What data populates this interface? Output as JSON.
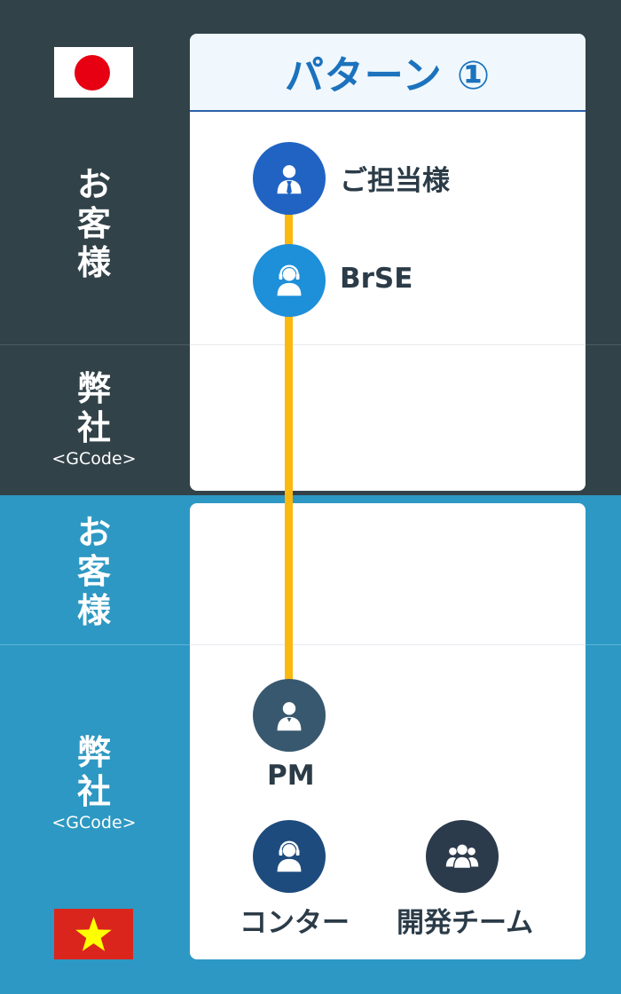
{
  "header": {
    "title": "パターン ①"
  },
  "rows": [
    {
      "lines": [
        "お",
        "客",
        "様"
      ],
      "sub": ""
    },
    {
      "lines": [
        "弊",
        "社"
      ],
      "sub": "<GCode>"
    },
    {
      "lines": [
        "お",
        "客",
        "様"
      ],
      "sub": ""
    },
    {
      "lines": [
        "弊",
        "社"
      ],
      "sub": "<GCode>"
    }
  ],
  "nodes": {
    "client_contact": {
      "label": "ご担当様",
      "color": "#2063c3",
      "icon": "businessman-icon"
    },
    "brse": {
      "label": "BrSE",
      "color": "#1e8fd9",
      "icon": "headset-person-icon"
    },
    "pm": {
      "label": "PM",
      "color": "#38586f",
      "icon": "person-icon"
    },
    "comtor": {
      "label": "コンター",
      "color": "#1e4b7d",
      "icon": "headset-person-icon"
    },
    "dev_team": {
      "label": "開発チーム",
      "color": "#2c3b4c",
      "icon": "team-icon"
    }
  },
  "flags": {
    "japan": {
      "icon": "japan-flag-icon",
      "field": "#ffffff",
      "mark": "#e60012"
    },
    "vietnam": {
      "icon": "vietnam-flag-icon",
      "field": "#da251d",
      "mark": "#ffff00"
    }
  },
  "colors": {
    "top_band": "#324249",
    "bottom_band": "#2d98c3",
    "connector": "#fbb80f",
    "title": "#1c72bd"
  }
}
